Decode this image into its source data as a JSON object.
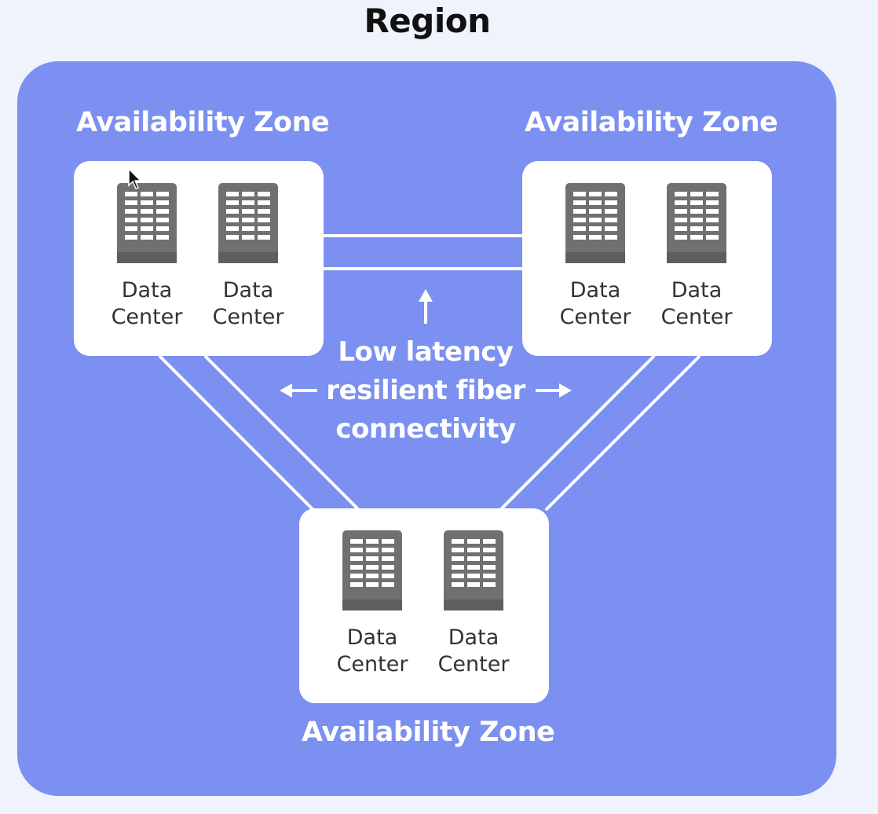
{
  "region": {
    "title": "Region"
  },
  "zones": [
    {
      "label": "Availability Zone",
      "data_centers": [
        {
          "label": "Data Center"
        },
        {
          "label": "Data Center"
        }
      ]
    },
    {
      "label": "Availability Zone",
      "data_centers": [
        {
          "label": "Data Center"
        },
        {
          "label": "Data Center"
        }
      ]
    },
    {
      "label": "Availability Zone",
      "data_centers": [
        {
          "label": "Data Center"
        },
        {
          "label": "Data Center"
        }
      ]
    }
  ],
  "connectivity": {
    "lines": [
      "Low latency",
      "resilient fiber",
      "connectivity"
    ]
  },
  "colors": {
    "region": "#7b90f0",
    "zone": "#ffffff",
    "server": "#707070",
    "background": "#eef3fc"
  },
  "icons": {
    "data_center": "server-rack-icon",
    "arrow_up": "arrow-up-icon",
    "arrow_left": "arrow-left-icon",
    "arrow_right": "arrow-right-icon"
  }
}
